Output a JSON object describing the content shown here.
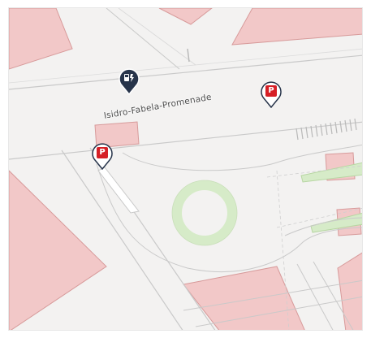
{
  "map": {
    "street_label": "Isidro-Fabela-Promenade",
    "colors": {
      "background": "#f3f2f1",
      "building_fill": "#f2c8c8",
      "building_stroke": "#d79a9a",
      "road_stroke": "#c9c9c9",
      "green_fill": "#d6ebc8",
      "parking_red": "#d61f26",
      "pin_dark": "#27344a"
    }
  },
  "pins": [
    {
      "name": "charging-station",
      "icon": "ev-charging-icon",
      "label": ""
    },
    {
      "name": "parking-1",
      "icon": "parking-icon",
      "label": "P"
    },
    {
      "name": "parking-2",
      "icon": "parking-icon",
      "label": "P"
    }
  ]
}
